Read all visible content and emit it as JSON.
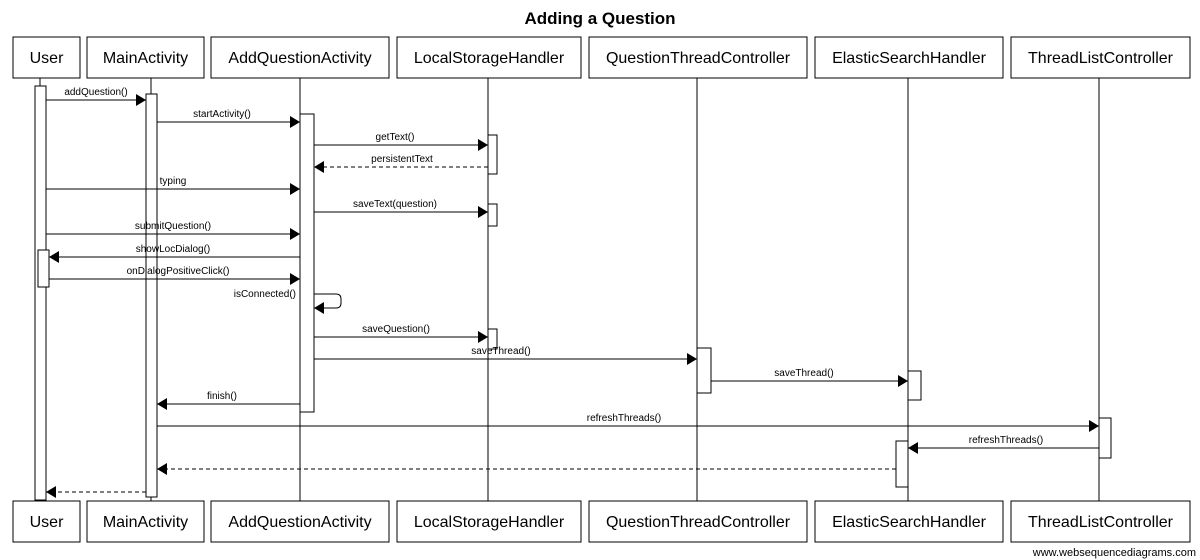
{
  "title": "Adding a Question",
  "footer": "www.websequencediagrams.com",
  "participants": [
    {
      "id": "user",
      "label": "User"
    },
    {
      "id": "main",
      "label": "MainActivity"
    },
    {
      "id": "addq",
      "label": "AddQuestionActivity"
    },
    {
      "id": "lsh",
      "label": "LocalStorageHandler"
    },
    {
      "id": "qtc",
      "label": "QuestionThreadController"
    },
    {
      "id": "esh",
      "label": "ElasticSearchHandler"
    },
    {
      "id": "tlc",
      "label": "ThreadListController"
    }
  ],
  "messages": [
    {
      "label": "addQuestion()"
    },
    {
      "label": "startActivity()"
    },
    {
      "label": "getText()"
    },
    {
      "label": "persistentText"
    },
    {
      "label": "typing"
    },
    {
      "label": "saveText(question)"
    },
    {
      "label": "submitQuestion()"
    },
    {
      "label": "showLocDialog()"
    },
    {
      "label": "onDialogPositiveClick()"
    },
    {
      "label": "isConnected()"
    },
    {
      "label": "saveQuestion()"
    },
    {
      "label": "saveThread()"
    },
    {
      "label": "saveThread()"
    },
    {
      "label": "finish()"
    },
    {
      "label": "refreshThreads()"
    },
    {
      "label": "refreshThreads()"
    },
    {
      "label": ""
    },
    {
      "label": ""
    }
  ]
}
